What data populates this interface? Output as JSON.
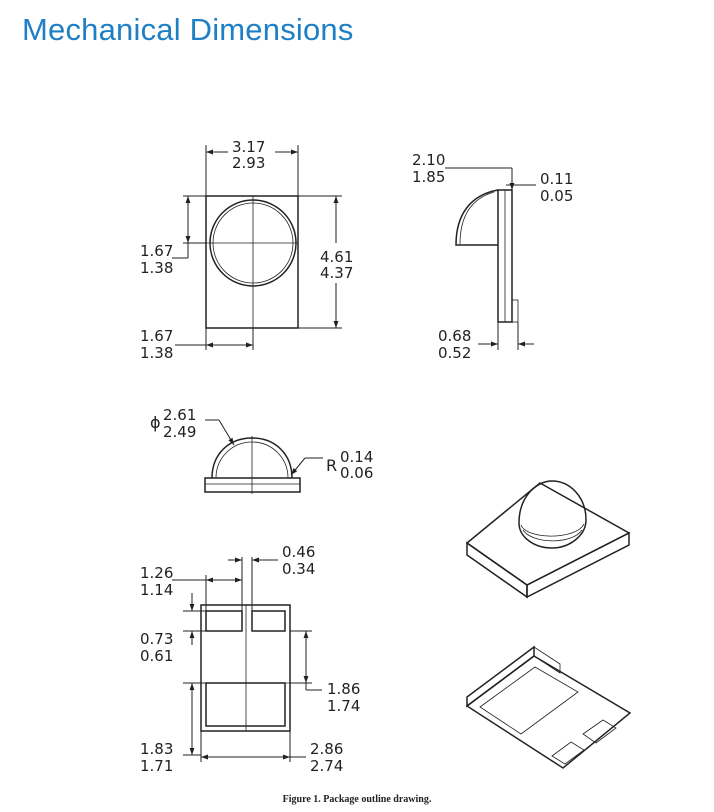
{
  "title": "Mechanical Dimensions",
  "caption": "Figure 1. Package outline drawing.",
  "top_view": {
    "width_max": "3.17",
    "width_min": "2.93",
    "height_max": "4.61",
    "height_min": "4.37",
    "lens_center_y_max": "1.67",
    "lens_center_y_min": "1.38",
    "lens_center_x_max": "1.67",
    "lens_center_x_min": "1.38"
  },
  "side_view": {
    "height_max": "2.10",
    "height_min": "1.85",
    "step_max": "0.11",
    "step_min": "0.05",
    "base_max": "0.68",
    "base_min": "0.52"
  },
  "front_view": {
    "diameter_symbol": "ϕ",
    "diameter_max": "2.61",
    "diameter_min": "2.49",
    "radius_symbol": "R",
    "radius_max": "0.14",
    "radius_min": "0.06"
  },
  "bottom_view": {
    "gap_max": "0.46",
    "gap_min": "0.34",
    "pad_width_max": "1.26",
    "pad_width_min": "1.14",
    "pad_height_max": "0.73",
    "pad_height_min": "0.61",
    "thermal_pad_height_max": "1.86",
    "thermal_pad_height_min": "1.74",
    "offset_max": "1.83",
    "offset_min": "1.71",
    "width_max": "2.86",
    "width_min": "2.74"
  }
}
